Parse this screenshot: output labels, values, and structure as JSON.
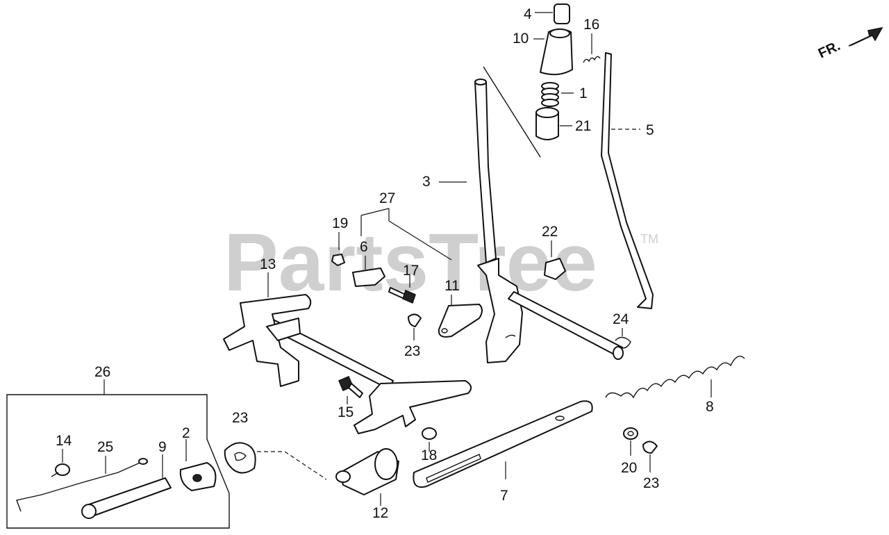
{
  "watermark": {
    "text": "PartsTree",
    "trademark": "TM"
  },
  "direction_label": "FR.",
  "callouts": {
    "c1": "1",
    "c2": "2",
    "c3": "3",
    "c4": "4",
    "c5": "5",
    "c6": "6",
    "c7": "7",
    "c8": "8",
    "c9": "9",
    "c10": "10",
    "c11": "11",
    "c12": "12",
    "c13": "13",
    "c14": "14",
    "c15": "15",
    "c16": "16",
    "c17": "17",
    "c18": "18",
    "c19": "19",
    "c20": "20",
    "c21": "21",
    "c22": "22",
    "c23a": "23",
    "c23b": "23",
    "c23c": "23",
    "c24": "24",
    "c25": "25",
    "c26": "26",
    "c27": "27"
  },
  "colors": {
    "line": "#111111",
    "watermark": "#cfcfcf",
    "background": "#ffffff"
  }
}
